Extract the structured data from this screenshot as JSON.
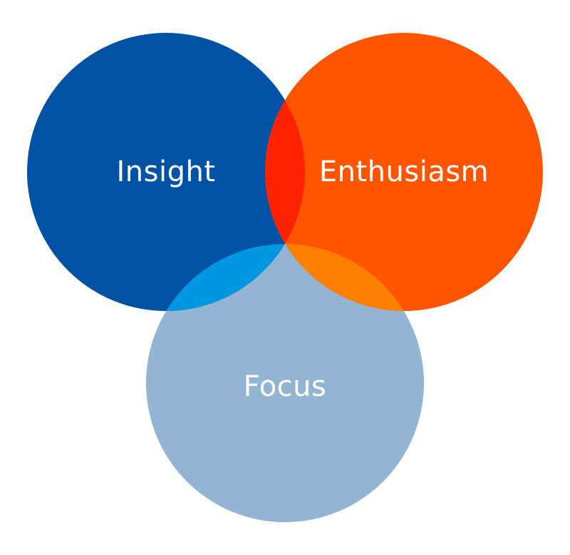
{
  "diagram": {
    "type": "venn",
    "sets": [
      {
        "id": "insight",
        "label": "Insight",
        "color": "#0052a5"
      },
      {
        "id": "enthusiasm",
        "label": "Enthusiasm",
        "color": "#ff5500"
      },
      {
        "id": "focus",
        "label": "Focus",
        "color": "#94b4d3"
      }
    ],
    "overlap_colors": {
      "insight_enthusiasm": "#ff2200",
      "insight_focus": "#0096e0",
      "enthusiasm_focus": "#ff8000",
      "background": "#ffffff"
    }
  }
}
